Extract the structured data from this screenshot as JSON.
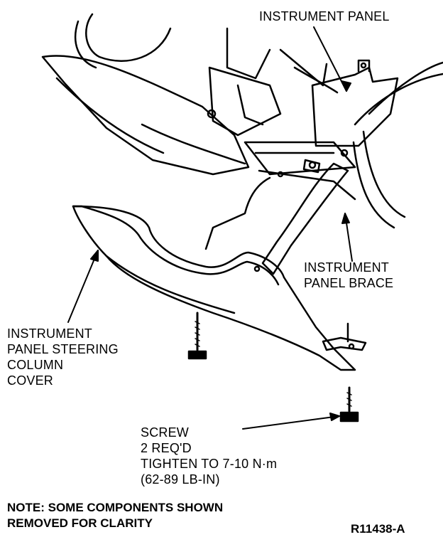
{
  "labels": {
    "instrument_panel": "INSTRUMENT PANEL",
    "instrument_panel_brace": [
      "INSTRUMENT",
      "PANEL BRACE"
    ],
    "steering_column_cover": [
      "INSTRUMENT",
      "PANEL STEERING",
      "COLUMN",
      "COVER"
    ],
    "screw": [
      "SCREW",
      "2 REQ'D",
      "TIGHTEN TO 7-10 N·m",
      "(62-89 LB-IN)"
    ]
  },
  "note": [
    "NOTE: SOME COMPONENTS SHOWN",
    "REMOVED FOR CLARITY"
  ],
  "reference_code": "R11438-A"
}
